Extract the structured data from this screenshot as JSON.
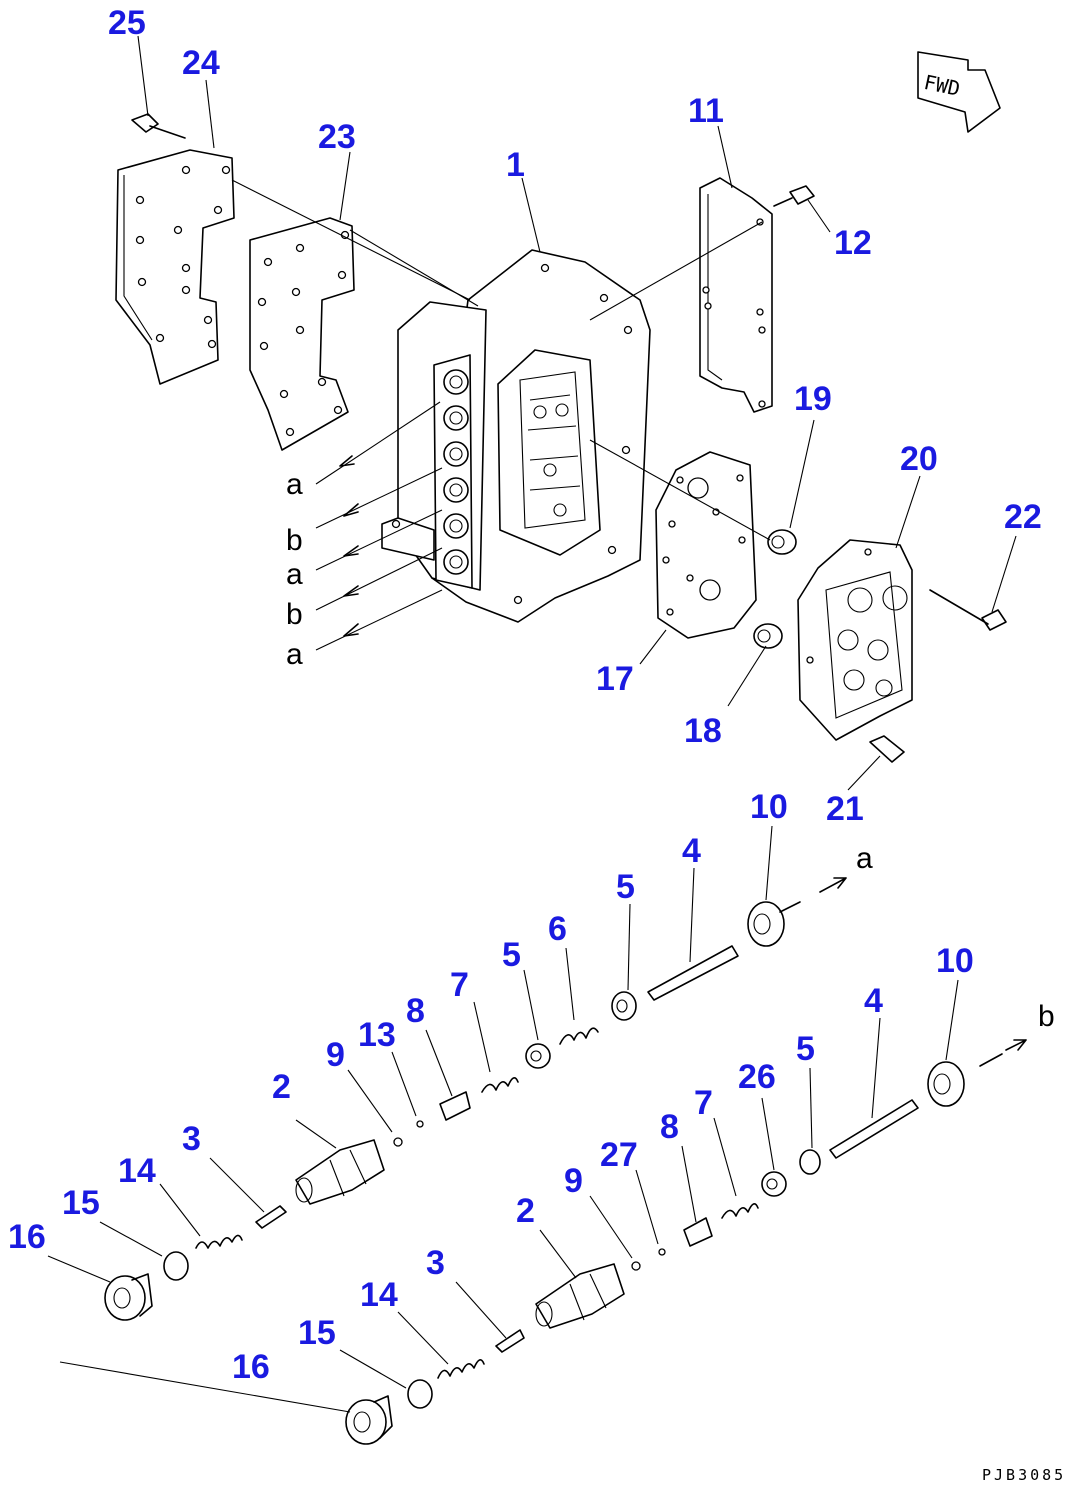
{
  "callouts": {
    "n1": "1",
    "n2a": "2",
    "n2b": "2",
    "n3a": "3",
    "n3b": "3",
    "n4a": "4",
    "n4b": "4",
    "n5a": "5",
    "n5b": "5",
    "n5c": "5",
    "n6": "6",
    "n7a": "7",
    "n7b": "7",
    "n8a": "8",
    "n8b": "8",
    "n9a": "9",
    "n9b": "9",
    "n10a": "10",
    "n10b": "10",
    "n11": "11",
    "n12": "12",
    "n13": "13",
    "n14a": "14",
    "n14b": "14",
    "n15a": "15",
    "n15b": "15",
    "n16a": "16",
    "n16b": "16",
    "n17": "17",
    "n18": "18",
    "n19": "19",
    "n20": "20",
    "n21": "21",
    "n22": "22",
    "n23": "23",
    "n24": "24",
    "n25": "25",
    "n26": "26",
    "n27": "27"
  },
  "refs": {
    "a1": "a",
    "b1": "b",
    "a2": "a",
    "b2": "b",
    "a3": "a",
    "a_assy": "a",
    "b_assy": "b"
  },
  "fwd_label": "FWD",
  "drawing_code": "PJB3085",
  "colors": {
    "callout": "#1a1ae0",
    "line": "#000000"
  }
}
